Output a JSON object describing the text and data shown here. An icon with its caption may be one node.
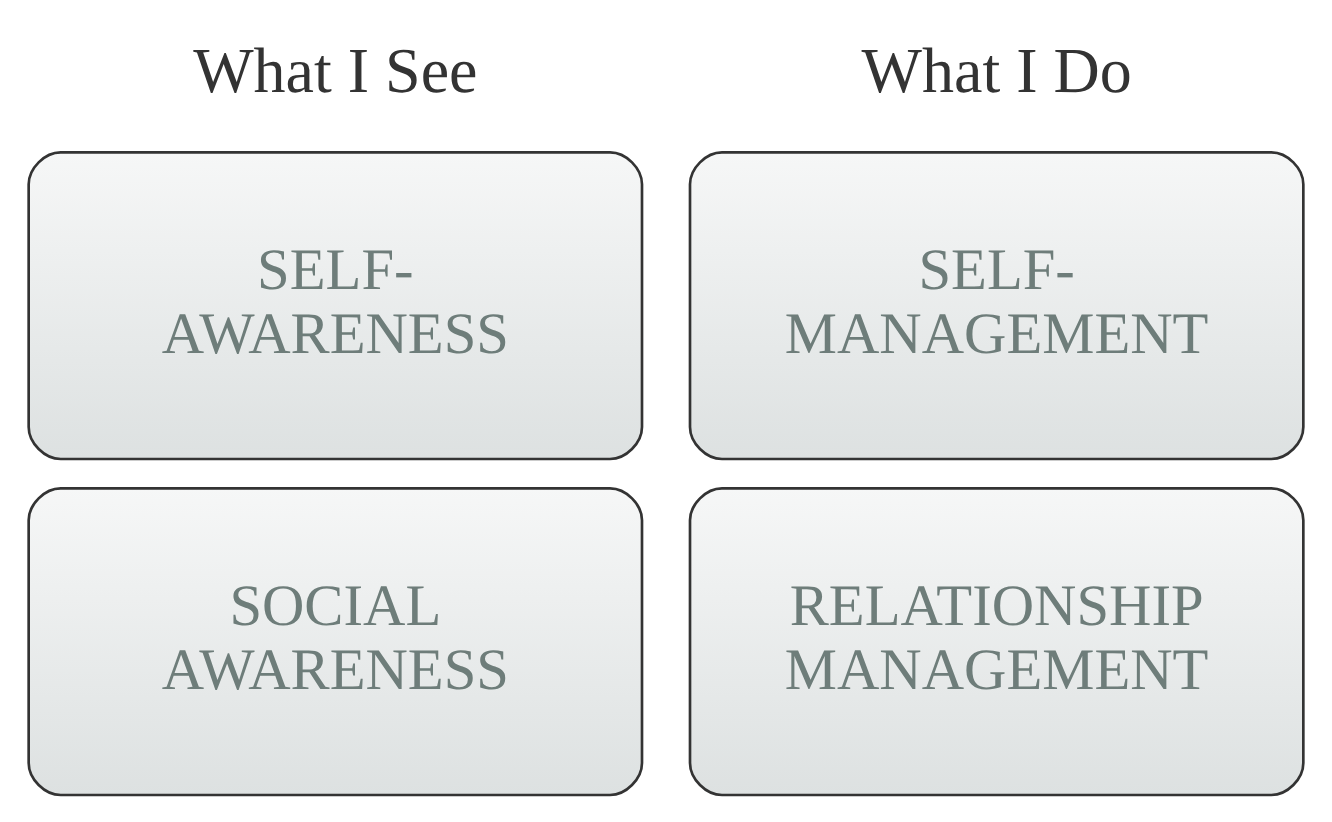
{
  "diagram": {
    "nodes": [
      {
        "text": [
          "SELF- AWARENESS"
        ]
      },
      {
        "text": [
          "SELF- MANAGEMENT"
        ]
      },
      {
        "text": [
          "SOCIAL AWARENESS"
        ]
      },
      {
        "text": [
          "RELATIONSHIP MANAGEMENT"
        ]
      }
    ],
    "labels": [
      "What I See",
      "What I Do"
    ]
  }
}
